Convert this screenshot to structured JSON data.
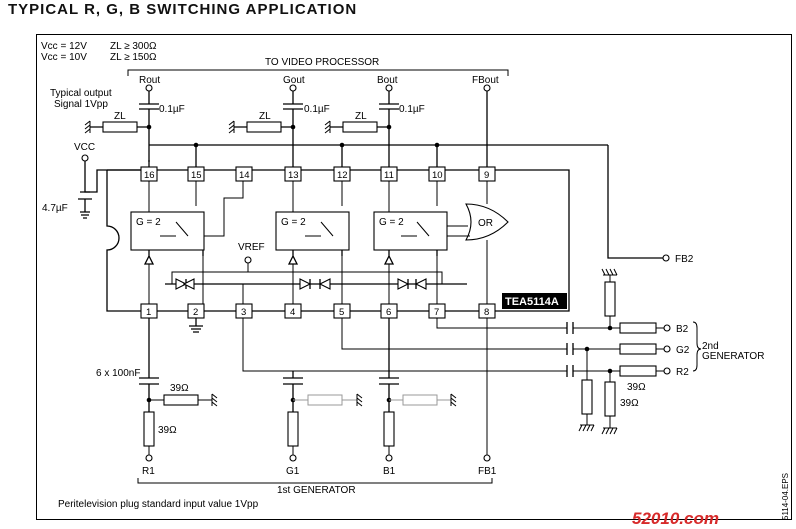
{
  "title": "TYPICAL R, G, B SWITCHING APPLICATION",
  "supply": {
    "line1": "Vcc = 12V",
    "line2": "Vcc = 10V",
    "zl1": "ZL ≥ 300Ω",
    "zl2": "ZL ≥ 150Ω"
  },
  "top_bus_label": "TO VIDEO PROCESSOR",
  "outputs": [
    "Rout",
    "Gout",
    "Bout",
    "FBout"
  ],
  "typical_output": [
    "Typical output",
    "Signal 1Vpp"
  ],
  "cap_out": "0.1µF",
  "zl": "ZL",
  "vcc": "VCC",
  "cap_vcc": "4.7µF",
  "pins_top": [
    "16",
    "15",
    "14",
    "13",
    "12",
    "11",
    "10",
    "9"
  ],
  "pins_bottom": [
    "1",
    "2",
    "3",
    "4",
    "5",
    "6",
    "7",
    "8"
  ],
  "gain": "G = 2",
  "or_label": "OR",
  "vref": "VREF",
  "chip": "TEA5114A",
  "fb2": "FB2",
  "second_gen": {
    "inputs": [
      "B2",
      "G2",
      "R2"
    ],
    "label": [
      "2nd",
      "GENERATOR"
    ],
    "resistor": "39Ω"
  },
  "caps_in": "6 x 100nF",
  "r39": "39Ω",
  "inputs_first": [
    "R1",
    "G1",
    "B1",
    "FB1"
  ],
  "first_gen_label": "1st GENERATOR",
  "footnote": "Peritelevision plug standard input value 1Vpp",
  "side_ref": "5114-04.EPS",
  "watermark": "52010.com"
}
